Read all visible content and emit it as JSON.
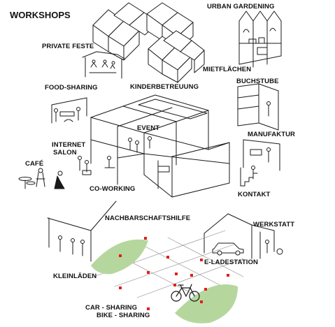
{
  "labels": {
    "workshops": "WORKSHOPS",
    "urban_gardening": "URBAN GARDENING",
    "private_feste": "PRIVATE FESTE",
    "mietflaechen": "MIETFLÄCHEN",
    "food_sharing": "FOOD-SHARING",
    "kinderbetreuung": "KINDERBETREUUNG",
    "buchstube": "BUCHSTUBE",
    "event": "EVENT",
    "internet_salon_line1": "INTERNET",
    "internet_salon_line2": "SALON",
    "manufaktur": "MANUFAKTUR",
    "cafe": "CAFÉ",
    "co_working": "CO-WORKING",
    "kontakt": "KONTAKT",
    "nachbarschaftshilfe": "NACHBARSCHAFTSHILFE",
    "werkstatt": "WERKSTATT",
    "e_ladestation": "E-LADESTATION",
    "kleinlaeden": "KLEINLÄDEN",
    "car_sharing": "CAR - SHARING",
    "bike_sharing": "BIKE - SHARING"
  },
  "colors": {
    "ink": "#111111",
    "line": "#1a1a1a",
    "green": "#b5d79e",
    "marker": "#e0201c",
    "background": "#ffffff"
  },
  "icons": [
    "bicycle-icon",
    "car-icon",
    "person-figure-icon",
    "table-icon"
  ]
}
